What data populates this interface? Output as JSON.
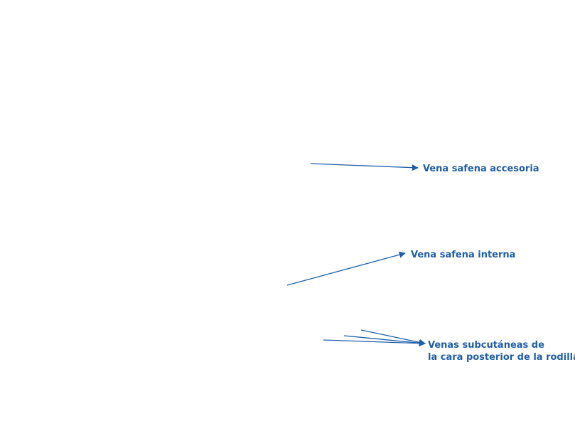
{
  "colors": {
    "accent": "#1f5ea8"
  },
  "labels": {
    "accesoria": "Vena safena accesoria",
    "interna": "Vena safena interna",
    "subcutaneas_line1": "Venas subcutáneas de",
    "subcutaneas_line2": "la cara posterior de la rodilla"
  }
}
